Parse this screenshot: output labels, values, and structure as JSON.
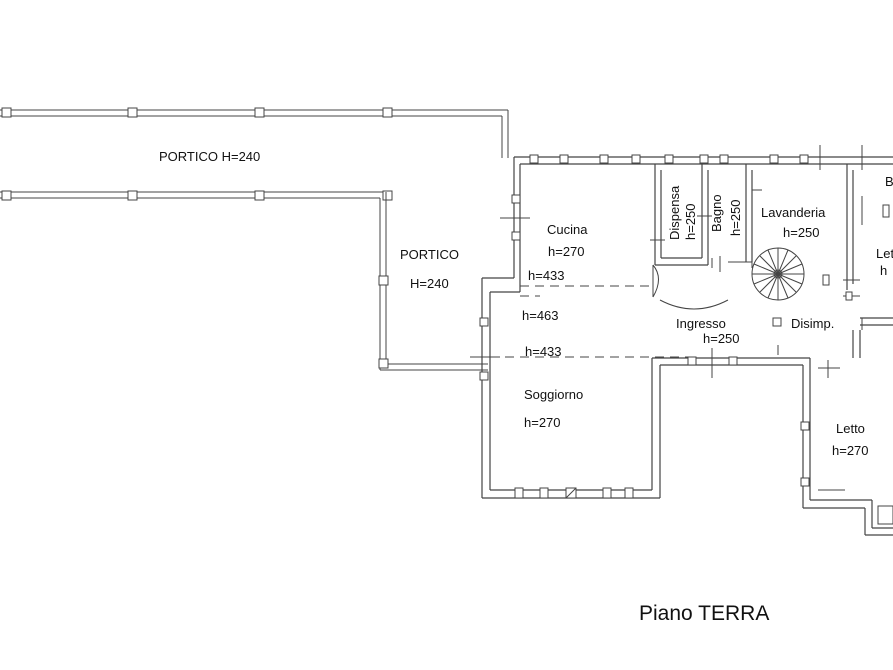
{
  "plan": {
    "title": "Piano TERRA",
    "rooms": {
      "portico_top": "PORTICO H=240",
      "portico_side_name": "PORTICO",
      "portico_side_height": "H=240",
      "cucina_name": "Cucina",
      "cucina_height": "h=270",
      "dispensa_name": "Dispensa",
      "dispensa_height": "h=250",
      "bagno_name": "Bagno",
      "bagno_height": "h=250",
      "lavanderia_name": "Lavanderia",
      "lavanderia_height": "h=250",
      "ingresso_name": "Ingresso",
      "ingresso_height": "h=250",
      "disimp_name": "Disimp.",
      "soggiorno_name": "Soggiorno",
      "soggiorno_height": "h=270",
      "letto_name": "Letto",
      "letto_height": "h=270",
      "letto_partial_name": "Let",
      "letto_partial_height": "h",
      "bagno_partial_name": "B"
    },
    "heights": {
      "h433_upper": "h=433",
      "h463": "h=463",
      "h433_lower": "h=433"
    }
  }
}
